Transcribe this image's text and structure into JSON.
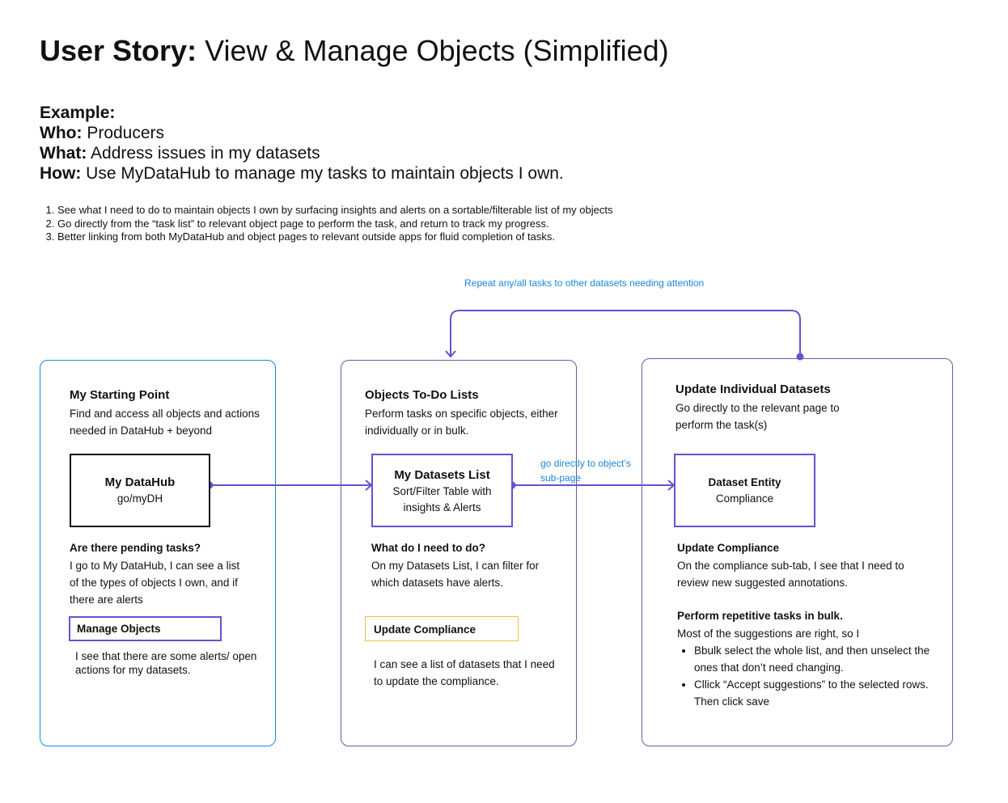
{
  "header": {
    "title_bold": "User Story:",
    "title_rest": "View & Manage Objects (Simplified)"
  },
  "example": {
    "heading": "Example:",
    "who_label": "Who:",
    "who_value": "Producers",
    "what_label": "What:",
    "what_value": "Address issues in my datasets",
    "how_label": "How:",
    "how_value": "Use MyDataHub to manage my tasks to maintain objects I own."
  },
  "steps": [
    "See what I need to do to maintain objects I own by surfacing insights and alerts on a sortable/filterable list of my objects",
    "Go directly from the “task list” to relevant object page to perform the task, and return to track my progress.",
    "Better linking from both MyDataHub and object pages to relevant outside apps for fluid completion of tasks."
  ],
  "loop_label": "Repeat any/all tasks to other datasets needing attention",
  "panels": {
    "starting": {
      "title": "My Starting Point",
      "desc": "Find and access all objects and actions needed in DataHub + beyond",
      "box_title": "My DataHub",
      "box_sub": "go/myDH",
      "q_title": "Are there pending tasks?",
      "q_text": "I go to My DataHub, I can see a list of the types of objects I own, and if there are alerts",
      "tag": "Manage Objects",
      "tag_text": "I see that there are some alerts/ open actions for my datasets."
    },
    "todo": {
      "title": "Objects To-Do Lists",
      "desc": "Perform tasks on specific objects, either individually or in bulk.",
      "box_title": "My Datasets List",
      "box_sub": "Sort/Filter Table with insights & Alerts",
      "q_title": "What do I need to do?",
      "q_text": "On my Datasets List, I can filter for which datasets have alerts.",
      "tag": "Update Compliance",
      "tag_text": "I can see a list of datasets that I need to update the compliance."
    },
    "update": {
      "title": "Update Individual Datasets",
      "desc": "Go directly to the relevant page to perform the task(s)",
      "box_title": "Dataset Entity",
      "box_sub": "Compliance",
      "q_title": "Update Compliance",
      "q_text": "On the compliance sub-tab, I see that I need to review new suggested annotations.",
      "bulk_title": "Perform repetitive tasks in bulk.",
      "bulk_text": "Most of the suggestions are right, so I",
      "bullets": [
        "Bbulk select the whole list, and then unselect the ones that don’t need changing.",
        "Cllick “Accept suggestions” to the selected rows. Then click save"
      ]
    }
  },
  "arrow_label": "go directly to object’s sub-page",
  "colors": {
    "blue_panel": "#1a86d6",
    "purple_panel": "#6d5a9c",
    "purple_line": "#6a4fd0",
    "yellow_tag": "#f0c040",
    "label_blue": "#1a86d6"
  }
}
